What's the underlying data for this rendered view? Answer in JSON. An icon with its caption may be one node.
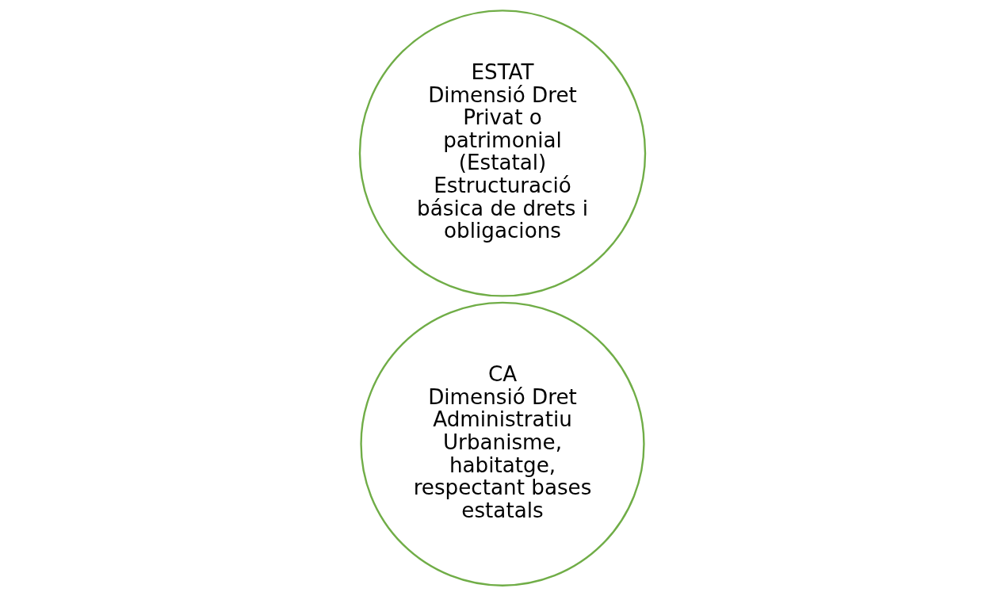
{
  "diagram": {
    "nodes": [
      {
        "text": [
          "CA",
          "Dimensió Dret Administratiu",
          "Urbanisme, habitatge, respectant bases estatals"
        ]
      },
      {
        "text": [
          "ESTAT",
          "Dimensió Dret Privat o patrimonial (Estatal)",
          "Estructuració básica de drets i obligacions"
        ]
      }
    ]
  }
}
